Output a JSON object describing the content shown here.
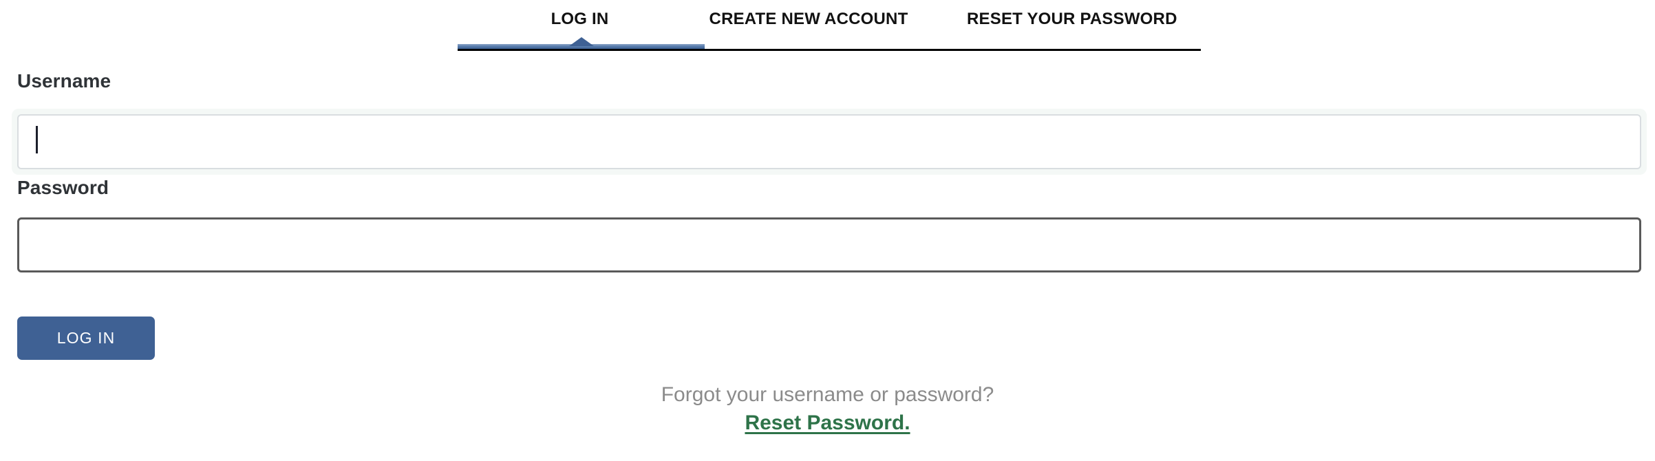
{
  "tabs": {
    "items": [
      {
        "id": "log-in",
        "label": "LOG IN",
        "active": true
      },
      {
        "id": "create-new-account",
        "label": "CREATE NEW ACCOUNT",
        "active": false
      },
      {
        "id": "reset-your-password",
        "label": "RESET YOUR PASSWORD",
        "active": false
      }
    ],
    "active_indicator_color": "#3f6194",
    "rule_color": "#000000"
  },
  "form": {
    "username": {
      "label": "Username",
      "value": "",
      "placeholder": "",
      "focused": true
    },
    "password": {
      "label": "Password",
      "value": "",
      "placeholder": "",
      "focused": false
    },
    "submit": {
      "label": "LOG IN",
      "color": "#3f6194",
      "text_color": "#ffffff"
    }
  },
  "footer": {
    "prompt": "Forgot your username or password?",
    "link_label": "Reset Password.",
    "prompt_color": "#8b8b8b",
    "link_color": "#2e7349"
  }
}
